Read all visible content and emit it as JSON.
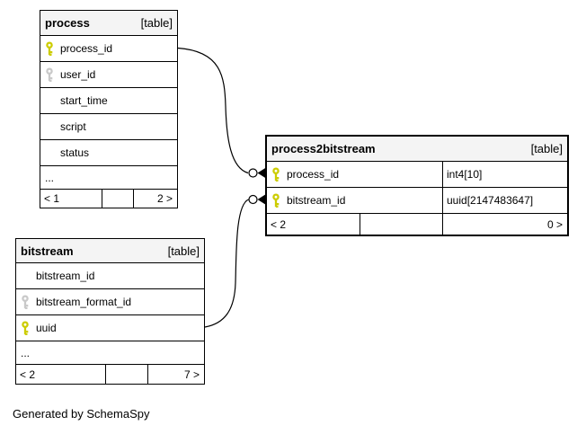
{
  "colors": {
    "primary_key": "#cccc00",
    "secondary_key": "#c9c9c9",
    "header_bg": "#f4f4f4",
    "border": "#000000",
    "background": "#ffffff"
  },
  "footer_note": "Generated by SchemaSpy",
  "tables": {
    "process": {
      "name": "process",
      "tag": "[table]",
      "columns": [
        {
          "name": "process_id",
          "key": "primary"
        },
        {
          "name": "user_id",
          "key": "secondary"
        },
        {
          "name": "start_time",
          "key": ""
        },
        {
          "name": "script",
          "key": ""
        },
        {
          "name": "status",
          "key": ""
        }
      ],
      "ellipsis": "...",
      "footer": {
        "left": "< 1",
        "middle": "",
        "right": "2 >"
      }
    },
    "process2bitstream": {
      "name": "process2bitstream",
      "tag": "[table]",
      "columns": [
        {
          "name": "process_id",
          "type": "int4[10]",
          "key": "primary"
        },
        {
          "name": "bitstream_id",
          "type": "uuid[2147483647]",
          "key": "primary"
        }
      ],
      "footer": {
        "left": "< 2",
        "middle": "",
        "right": "0 >"
      }
    },
    "bitstream": {
      "name": "bitstream",
      "tag": "[table]",
      "columns": [
        {
          "name": "bitstream_id",
          "key": ""
        },
        {
          "name": "bitstream_format_id",
          "key": "secondary"
        },
        {
          "name": "uuid",
          "key": "primary"
        }
      ],
      "ellipsis": "...",
      "footer": {
        "left": "< 2",
        "middle": "",
        "right": "7 >"
      }
    }
  },
  "relationships": [
    {
      "from": "process.process_id",
      "to": "process2bitstream.process_id"
    },
    {
      "from": "bitstream.uuid",
      "to": "process2bitstream.bitstream_id"
    }
  ]
}
